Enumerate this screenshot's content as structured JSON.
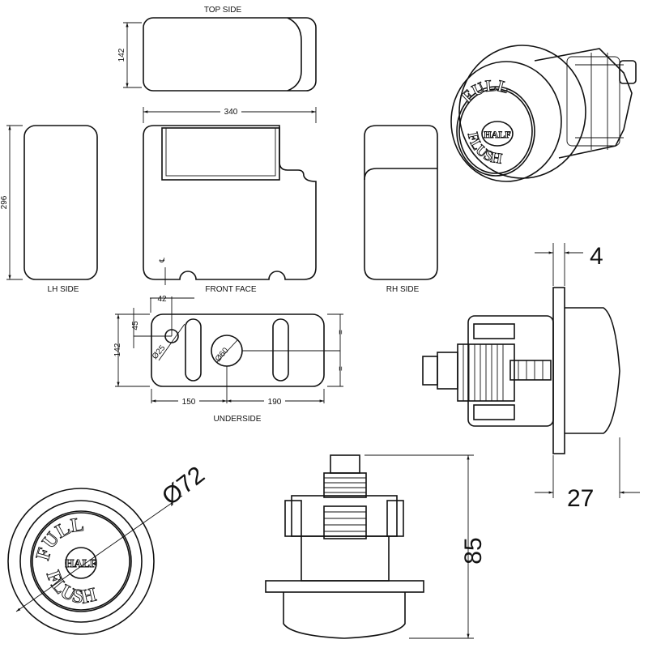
{
  "views": {
    "top_side": "TOP SIDE",
    "lh_side": "LH SIDE",
    "front_face": "FRONT FACE",
    "rh_side": "RH SIDE",
    "underside": "UNDERSIDE"
  },
  "dimensions": {
    "top_depth": "142",
    "width": "340",
    "height": "296",
    "hole_offset_x": "42",
    "hole_offset_y": "45",
    "underside_depth": "142",
    "small_hole_dia": "Ø25",
    "large_hole_dia": "Ø60",
    "left_to_center": "150",
    "center_to_right": "190",
    "equal_mark_top": "=",
    "equal_mark_bottom": "=",
    "centerline": "℄",
    "plate_thickness": "4",
    "button_projection": "27",
    "button_diameter": "Ø72",
    "overall_length": "85"
  },
  "button_face": {
    "full": "FULL",
    "half": "HALF",
    "flush": "FLUSH"
  }
}
